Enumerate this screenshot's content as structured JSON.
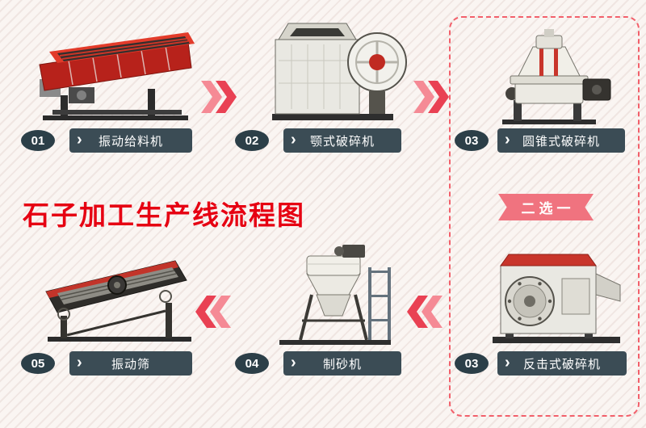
{
  "page": {
    "title": "石子加工生产线流程图",
    "ribbon_label": "二选一"
  },
  "steps": {
    "feeder": {
      "num": "01",
      "label": "振动给料机"
    },
    "jaw": {
      "num": "02",
      "label": "颚式破碎机"
    },
    "cone": {
      "num": "03",
      "label": "圆锥式破碎机"
    },
    "impact": {
      "num": "03",
      "label": "反击式破碎机"
    },
    "sand": {
      "num": "04",
      "label": "制砂机"
    },
    "screen": {
      "num": "05",
      "label": "振动筛"
    }
  },
  "icons": {
    "label_chevron": "›"
  },
  "colors": {
    "title_red": "#e60012",
    "label_bg": "#3b4c55",
    "badge_bg": "#2c3f48",
    "arrow_light": "#f58a95",
    "arrow_dark": "#e94153",
    "dashed_border": "#f2606b",
    "ribbon_bg": "#f0737f"
  }
}
